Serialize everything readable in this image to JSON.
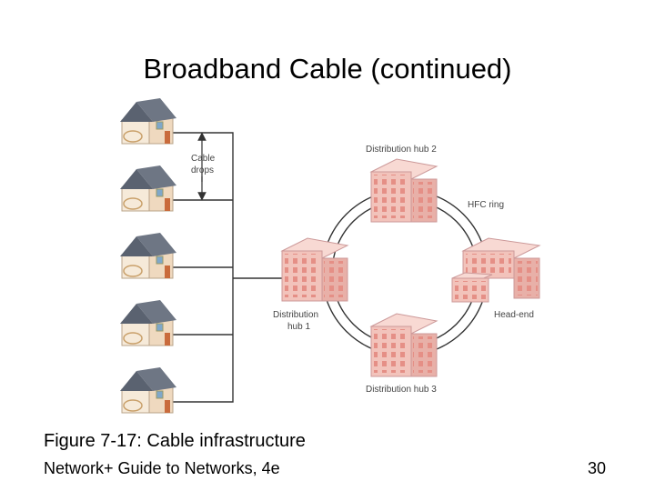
{
  "slide": {
    "title": "Broadband Cable (continued)",
    "caption": "Figure 7-17: Cable infrastructure",
    "footer": "Network+ Guide to Networks, 4e",
    "page_number": "30"
  },
  "diagram": {
    "labels": {
      "cable_drops_line1": "Cable",
      "cable_drops_line2": "drops",
      "hub2": "Distribution hub 2",
      "hfc_ring": "HFC ring",
      "hub1_line1": "Distribution",
      "hub1_line2": "hub 1",
      "head_end": "Head-end",
      "hub3": "Distribution hub 3"
    },
    "houses": 5,
    "colors": {
      "roof": "#5a6270",
      "house_wall": "#f6ead9",
      "building": "#f2c3bb",
      "building_window": "#e58f86",
      "line": "#333333"
    }
  }
}
